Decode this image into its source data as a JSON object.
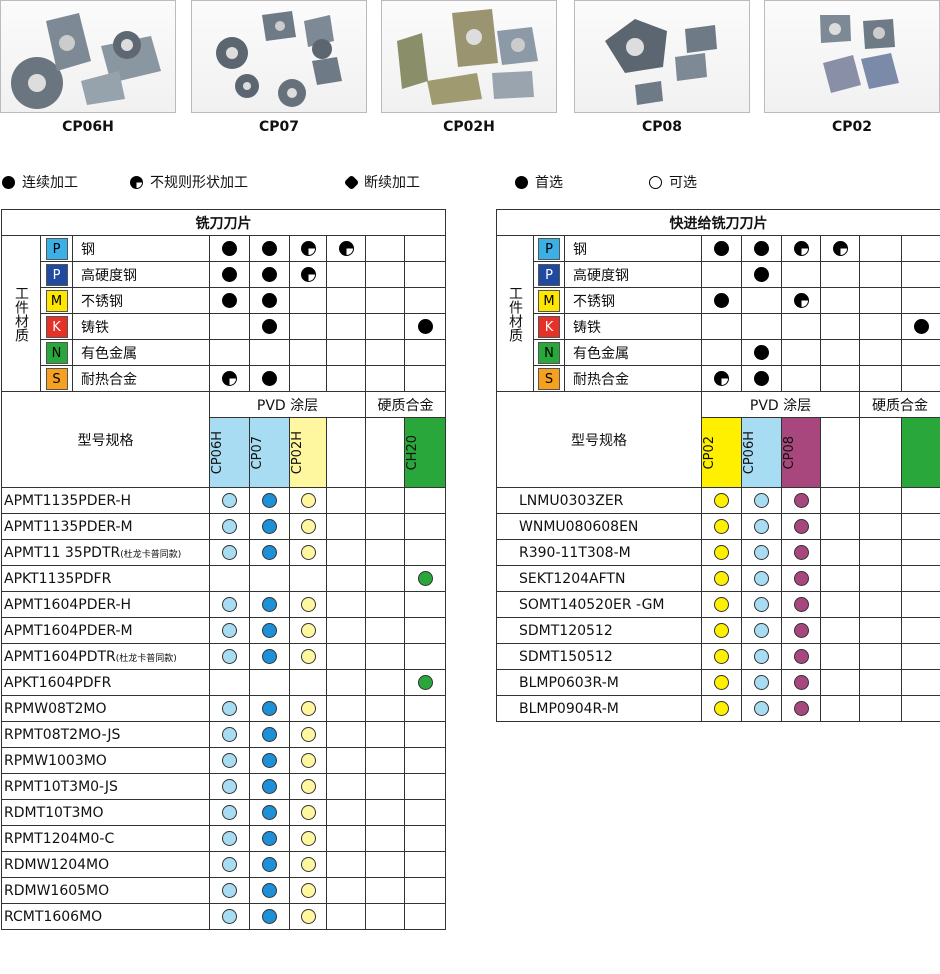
{
  "products": [
    {
      "label": "CP06H"
    },
    {
      "label": "CP07"
    },
    {
      "label": "CP02H"
    },
    {
      "label": "CP08"
    },
    {
      "label": "CP02"
    }
  ],
  "legend": {
    "continuous": "连续加工",
    "irregular": "不规则形状加工",
    "interrupted": "断续加工",
    "preferred": "首选",
    "optional": "可选"
  },
  "left_table": {
    "title": "铣刀刀片",
    "workpiece_label": "工件材质",
    "materials": [
      {
        "code": "P",
        "name": "钢",
        "color": "#3ab0e6"
      },
      {
        "code": "P",
        "name": "高硬度钢",
        "color": "#1f4aa0"
      },
      {
        "code": "M",
        "name": "不锈钢",
        "color": "#ffe600"
      },
      {
        "code": "K",
        "name": "铸铁",
        "color": "#e53128"
      },
      {
        "code": "N",
        "name": "有色金属",
        "color": "#2aa73a"
      },
      {
        "code": "S",
        "name": "耐热合金",
        "color": "#f5a020"
      }
    ],
    "model_label": "型号规格",
    "pvd_label": "PVD 涂层",
    "carbide_label": "硬质合金",
    "grades": [
      {
        "name": "CP06H",
        "color": "#a8dcf2"
      },
      {
        "name": "CP07",
        "color": "#a8dcf2"
      },
      {
        "name": "CP02H",
        "color": "#fff6a0"
      },
      {
        "name": "",
        "color": "#ffffff"
      },
      {
        "name": "",
        "color": "#ffffff"
      },
      {
        "name": "CH20",
        "color": "#2aa73a"
      }
    ],
    "models": [
      {
        "name": "APMT1135PDER-H",
        "note": ""
      },
      {
        "name": "APMT1135PDER-M",
        "note": ""
      },
      {
        "name": "APMT11 35PDTR",
        "note": "(杜龙卡普同款)"
      },
      {
        "name": "APKT1135PDFR",
        "note": ""
      },
      {
        "name": "APMT1604PDER-H",
        "note": ""
      },
      {
        "name": "APMT1604PDER-M",
        "note": ""
      },
      {
        "name": "APMT1604PDTR",
        "note": "(杜龙卡普同款)"
      },
      {
        "name": "APKT1604PDFR",
        "note": ""
      },
      {
        "name": "RPMW08T2MO",
        "note": ""
      },
      {
        "name": "RPMT08T2MO-JS",
        "note": ""
      },
      {
        "name": "RPMW1003MO",
        "note": ""
      },
      {
        "name": "RPMT10T3M0-JS",
        "note": ""
      },
      {
        "name": "RDMT10T3MO",
        "note": ""
      },
      {
        "name": "RPMT1204M0-C",
        "note": ""
      },
      {
        "name": "RDMW1204MO",
        "note": ""
      },
      {
        "name": "RDMW1605MO",
        "note": ""
      },
      {
        "name": "RCMT1606MO",
        "note": ""
      }
    ]
  },
  "right_table": {
    "title": "快进给铣刀刀片",
    "workpiece_label": "工件材质",
    "materials": [
      {
        "code": "P",
        "name": "钢",
        "color": "#3ab0e6"
      },
      {
        "code": "P",
        "name": "高硬度钢",
        "color": "#1f4aa0"
      },
      {
        "code": "M",
        "name": "不锈钢",
        "color": "#ffe600"
      },
      {
        "code": "K",
        "name": "铸铁",
        "color": "#e53128"
      },
      {
        "code": "N",
        "name": "有色金属",
        "color": "#2aa73a"
      },
      {
        "code": "S",
        "name": "耐热合金",
        "color": "#f5a020"
      }
    ],
    "model_label": "型号规格",
    "pvd_label": "PVD 涂层",
    "carbide_label": "硬质合金",
    "grades": [
      {
        "name": "CP02",
        "color": "#fff000"
      },
      {
        "name": "CP06H",
        "color": "#a8dcf2"
      },
      {
        "name": "CP08",
        "color": "#a8467e"
      },
      {
        "name": "",
        "color": "#ffffff"
      },
      {
        "name": "",
        "color": "#ffffff"
      },
      {
        "name": "",
        "color": "#2aa73a"
      }
    ],
    "models": [
      {
        "name": "LNMU0303ZER"
      },
      {
        "name": "WNMU080608EN"
      },
      {
        "name": "R390-11T308-M"
      },
      {
        "name": "SEKT1204AFTN"
      },
      {
        "name": "SOMT140520ER -GM"
      },
      {
        "name": "SDMT120512"
      },
      {
        "name": "SDMT150512"
      },
      {
        "name": "BLMP0603R-M"
      },
      {
        "name": "BLMP0904R-M"
      }
    ]
  }
}
